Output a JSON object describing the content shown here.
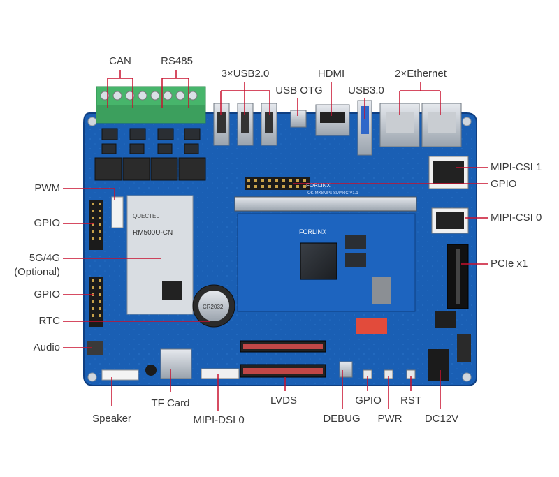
{
  "labels": {
    "can": "CAN",
    "rs485": "RS485",
    "usb2": "3×USB2.0",
    "hdmi": "HDMI",
    "ethernet": "2×Ethernet",
    "usb_otg": "USB OTG",
    "usb3": "USB3.0",
    "mipi_csi1": "MIPI-CSI 1",
    "gpio_right": "GPIO",
    "mipi_csi0": "MIPI-CSI 0",
    "pcie": "PCIe x1",
    "pwm": "PWM",
    "gpio_left_top": "GPIO",
    "g5g4g": "5G/4G",
    "optional": "(Optional)",
    "gpio_left_bottom": "GPIO",
    "rtc": "RTC",
    "audio": "Audio",
    "speaker": "Speaker",
    "tf_card": "TF Card",
    "mipi_dsi0": "MIPI-DSI 0",
    "lvds": "LVDS",
    "debug": "DEBUG",
    "gpio_bottom": "GPIO",
    "pwr": "PWR",
    "rst": "RST",
    "dc12v": "DC12V"
  },
  "board": {
    "brand": "FORLINX",
    "som_brand": "FORLINX",
    "module_brand": "QUECTEL",
    "module_model": "RM500U-CN",
    "battery": "CR2032",
    "model_text": "OK-MX8MPx-SMARC V1.1"
  },
  "colors": {
    "board": "#1a5fb4",
    "board_dark": "#0f3f82",
    "label_line": "#c8102e",
    "label_text": "#3a3a3a",
    "terminal_green": "#47b56b"
  }
}
